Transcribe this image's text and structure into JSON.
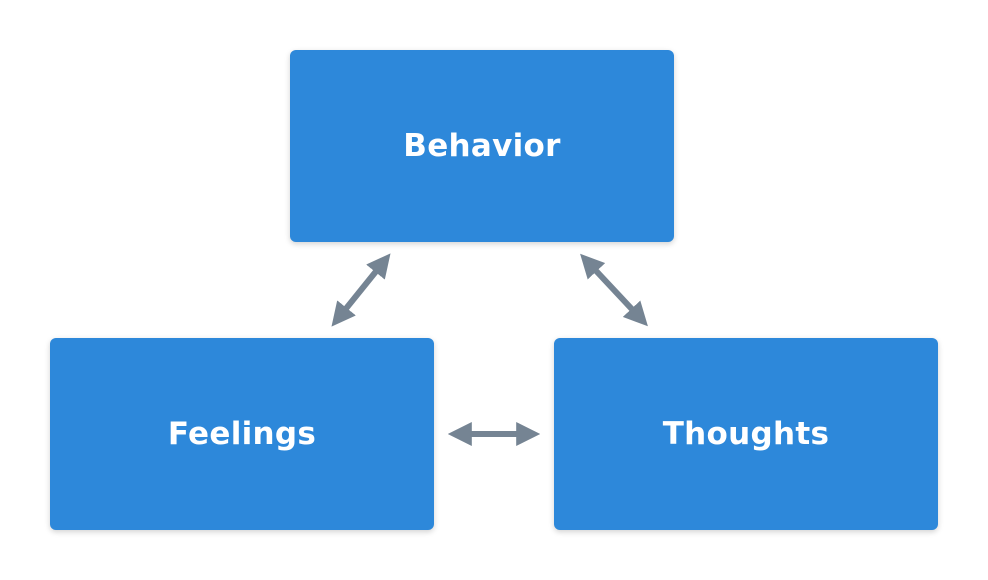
{
  "diagram": {
    "nodes": [
      {
        "id": "behavior",
        "label": "Behavior"
      },
      {
        "id": "feelings",
        "label": "Feelings"
      },
      {
        "id": "thoughts",
        "label": "Thoughts"
      }
    ],
    "edges": [
      {
        "from": "behavior",
        "to": "feelings",
        "bidirectional": true
      },
      {
        "from": "behavior",
        "to": "thoughts",
        "bidirectional": true
      },
      {
        "from": "feelings",
        "to": "thoughts",
        "bidirectional": true
      }
    ],
    "colors": {
      "node_fill": "#2d88da",
      "node_text": "#ffffff",
      "arrow": "#758493",
      "background": "#ffffff"
    }
  }
}
